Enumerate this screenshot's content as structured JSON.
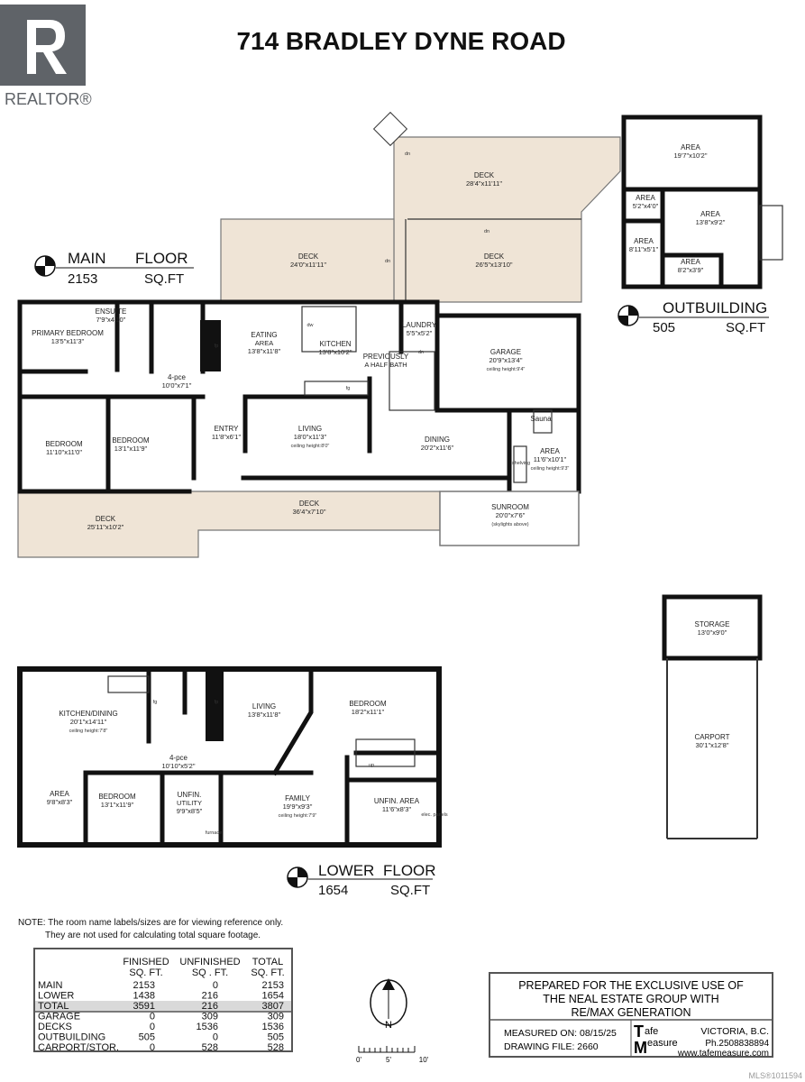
{
  "title": "714 BRADLEY DYNE ROAD",
  "logo": {
    "text": "REALTOR®",
    "color": "#5f6368"
  },
  "colors": {
    "deck": "#efe4d6",
    "wall": "#111111"
  },
  "main_floor": {
    "legend": {
      "name": "MAIN",
      "word": "FLOOR",
      "sqft": "2153",
      "unit": "SQ.FT"
    },
    "rooms": [
      {
        "name": "DECK",
        "size": "28'4\"x11'11\""
      },
      {
        "name": "DECK",
        "size": "24'0\"x11'11\""
      },
      {
        "name": "DECK",
        "size": "26'5\"x13'10\""
      },
      {
        "name": "ENSUITE",
        "size": "7'9\"x4'10\""
      },
      {
        "name": "PRIMARY BEDROOM",
        "size": "13'5\"x11'3\""
      },
      {
        "name": "EATING",
        "size": "AREA",
        "note": "13'8\"x11'8\""
      },
      {
        "name": "KITCHEN",
        "size": "13'8\"x10'2\""
      },
      {
        "name": "LAUNDRY",
        "size": "5'5\"x5'2\""
      },
      {
        "name": "PREVIOUSLY",
        "size": "A HALF BATH"
      },
      {
        "name": "GARAGE",
        "size": "20'9\"x13'4\"",
        "note": "ceiling height:9'4\""
      },
      {
        "name": "4-pce",
        "size": "10'0\"x7'1\""
      },
      {
        "name": "ENTRY",
        "size": "11'8\"x6'1\""
      },
      {
        "name": "LIVING",
        "size": "18'0\"x11'3\"",
        "note": "ceiling height:8'0\""
      },
      {
        "name": "BEDROOM",
        "size": "13'1\"x11'9\""
      },
      {
        "name": "BEDROOM",
        "size": "11'10\"x11'0\""
      },
      {
        "name": "DINING",
        "size": "20'2\"x11'6\""
      },
      {
        "name": "Sauna"
      },
      {
        "name": "AREA",
        "size": "11'6\"x10'1\"",
        "note": "ceiling height:9'3\""
      },
      {
        "name": "DECK",
        "size": "36'4\"x7'10\""
      },
      {
        "name": "DECK",
        "size": "25'11\"x10'2\""
      },
      {
        "name": "SUNROOM",
        "size": "20'0\"x7'6\"",
        "note": "(skylights above)"
      }
    ],
    "fixtures": [
      "dn",
      "dn",
      "dn",
      "dn",
      "fp",
      "fg",
      "dw",
      "shelving"
    ]
  },
  "outbuilding": {
    "legend": {
      "name": "OUTBUILDING",
      "sqft": "505",
      "unit": "SQ.FT"
    },
    "rooms": [
      {
        "name": "AREA",
        "size": "19'7\"x10'2\""
      },
      {
        "name": "AREA",
        "size": "5'2\"x4'0\""
      },
      {
        "name": "AREA",
        "size": "13'8\"x9'2\""
      },
      {
        "name": "AREA",
        "size": "8'11\"x5'1\""
      },
      {
        "name": "AREA",
        "size": "8'2\"x3'9\""
      }
    ]
  },
  "carport": {
    "rooms": [
      {
        "name": "STORAGE",
        "size": "13'0\"x9'0\""
      },
      {
        "name": "CARPORT",
        "size": "30'1\"x12'8\""
      }
    ]
  },
  "lower_floor": {
    "legend": {
      "name": "LOWER",
      "word": "FLOOR",
      "sqft": "1654",
      "unit": "SQ.FT"
    },
    "rooms": [
      {
        "name": "KITCHEN/DINING",
        "size": "20'1\"x14'11\"",
        "note": "ceiling height:7'8\""
      },
      {
        "name": "4-pce",
        "size": "10'10\"x5'2\""
      },
      {
        "name": "LIVING",
        "size": "13'8\"x11'8\""
      },
      {
        "name": "BEDROOM",
        "size": "18'2\"x11'1\""
      },
      {
        "name": "AREA",
        "size": "9'8\"x8'3\""
      },
      {
        "name": "BEDROOM",
        "size": "13'1\"x11'9\""
      },
      {
        "name": "UNFIN.",
        "size": "UTILITY",
        "note": "9'9\"x8'5\""
      },
      {
        "name": "FAMILY",
        "size": "19'9\"x9'3\"",
        "note": "ceiling height:7'9\""
      },
      {
        "name": "UNFIN. AREA",
        "size": "11'6\"x8'3\""
      }
    ],
    "fixtures": [
      "up",
      "fg",
      "fp",
      "furnace",
      "elec. panels"
    ]
  },
  "note": {
    "line1": "NOTE: The room name labels/sizes are for viewing reference only.",
    "line2": "They are not used for calculating total square footage."
  },
  "area_table": {
    "headers": [
      [
        "FINISHED",
        "SQ. FT."
      ],
      [
        "UNFINISHED",
        "SQ . FT."
      ],
      [
        "TOTAL",
        "SQ. FT."
      ]
    ],
    "rows": [
      {
        "label": "MAIN",
        "finished": "2153",
        "unfinished": "0",
        "total": "2153"
      },
      {
        "label": "LOWER",
        "finished": "1438",
        "unfinished": "216",
        "total": "1654"
      },
      {
        "label": "TOTAL",
        "finished": "3591",
        "unfinished": "216",
        "total": "3807",
        "highlight": true
      },
      {
        "label": "GARAGE",
        "finished": "0",
        "unfinished": "309",
        "total": "309"
      },
      {
        "label": "DECKS",
        "finished": "0",
        "unfinished": "1536",
        "total": "1536"
      },
      {
        "label": "OUTBUILDING",
        "finished": "505",
        "unfinished": "0",
        "total": "505"
      },
      {
        "label": "CARPORT/STOR.",
        "finished": "0",
        "unfinished": "528",
        "total": "528"
      }
    ]
  },
  "compass": {
    "north": "N",
    "scale": [
      "0'",
      "5'",
      "10'"
    ]
  },
  "prepared_box": {
    "lines": [
      "PREPARED FOR THE EXCLUSIVE USE OF",
      "THE NEAL ESTATE GROUP WITH",
      "RE/MAX GENERATION"
    ],
    "measured_on": "MEASURED ON: 08/15/25",
    "drawing_file": "DRAWING FILE:  2660",
    "brand_t": "T",
    "brand_afe": "afe",
    "brand_m": "M",
    "brand_easure": "easure",
    "location": "VICTORIA, B.C.",
    "phone": "Ph.2508838894",
    "website": "www.tafemeasure.com"
  },
  "mls": "MLS®1011594"
}
